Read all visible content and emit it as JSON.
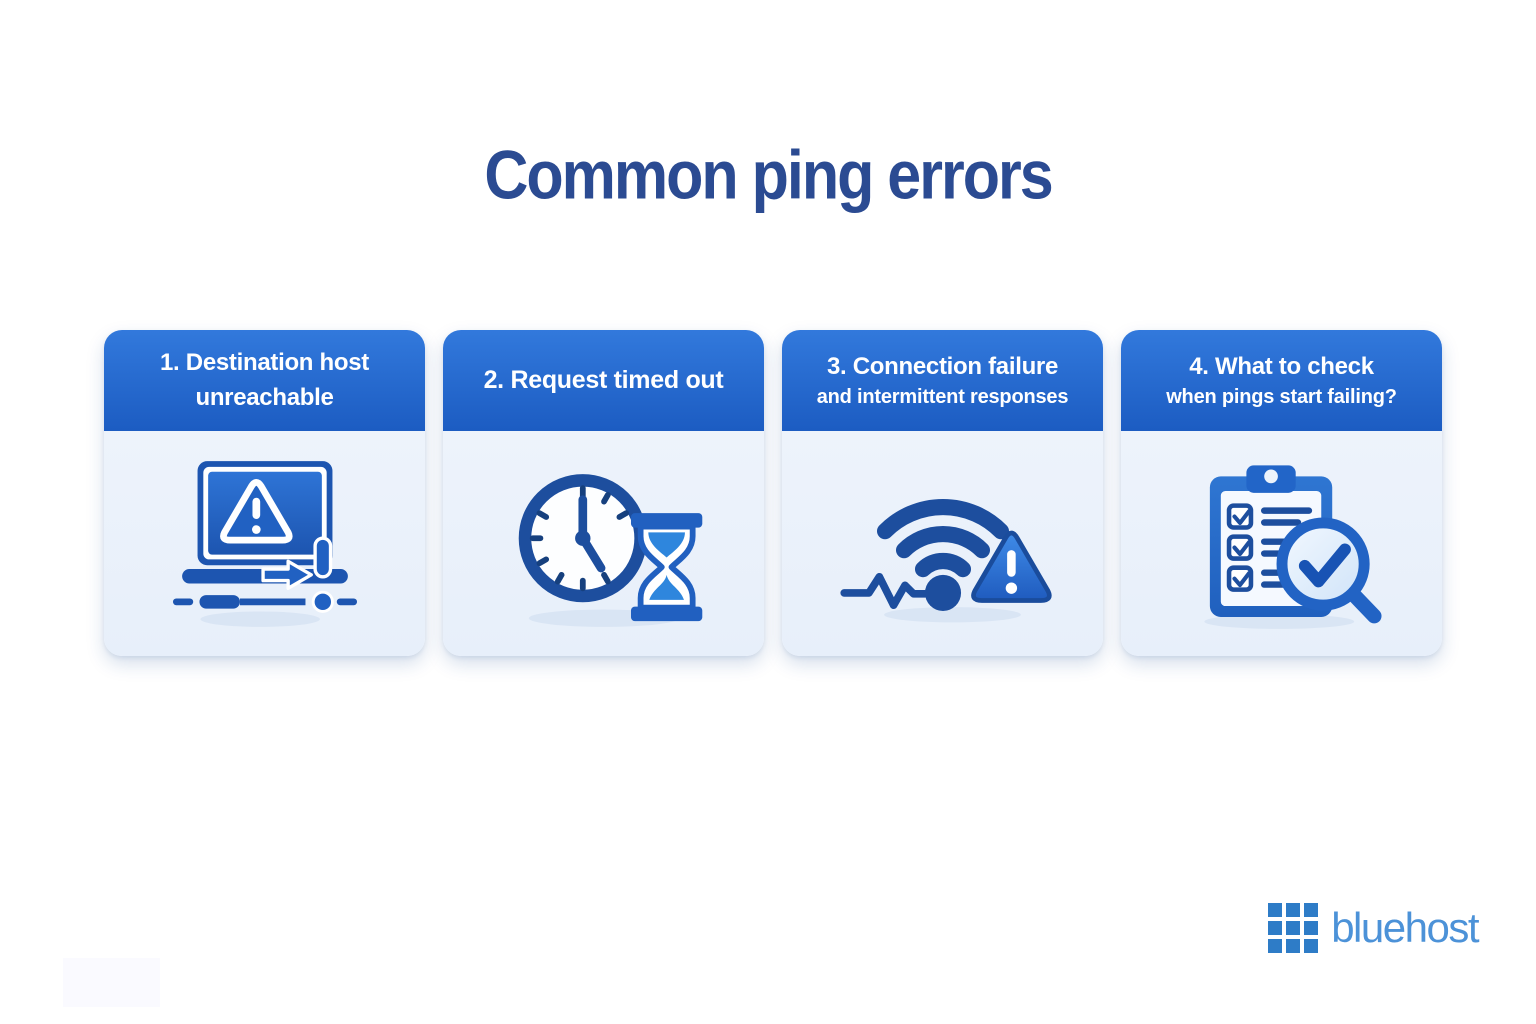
{
  "title": "Common ping errors",
  "cards": [
    {
      "icon": "laptop-warning-icon",
      "lines": [
        "1. Destination host",
        "unreachable"
      ]
    },
    {
      "icon": "clock-hourglass-icon",
      "lines": [
        "2. Request timed out"
      ]
    },
    {
      "icon": "wifi-failure-icon",
      "lines": [
        "3. Connection failure",
        "and intermittent responses"
      ]
    },
    {
      "icon": "checklist-magnifier-icon",
      "lines": [
        "4. What to check",
        "when pings start failing?"
      ]
    }
  ],
  "footer": {
    "brand": "bluehost",
    "logo_icon": "grid-icon"
  },
  "colors": {
    "title_text": "#2B4B92",
    "header_gradient_top": "#3279DC",
    "header_gradient_bottom": "#1C5CC2",
    "header_text": "#FFFFFF",
    "card_body": "#EDF3FB",
    "icon_primary": "#1D4E9E",
    "icon_fill": "#2161C2",
    "icon_sand": "#2E86DD",
    "brand_text": "#4C92D8",
    "brand_mark": "#2E7CC7"
  }
}
